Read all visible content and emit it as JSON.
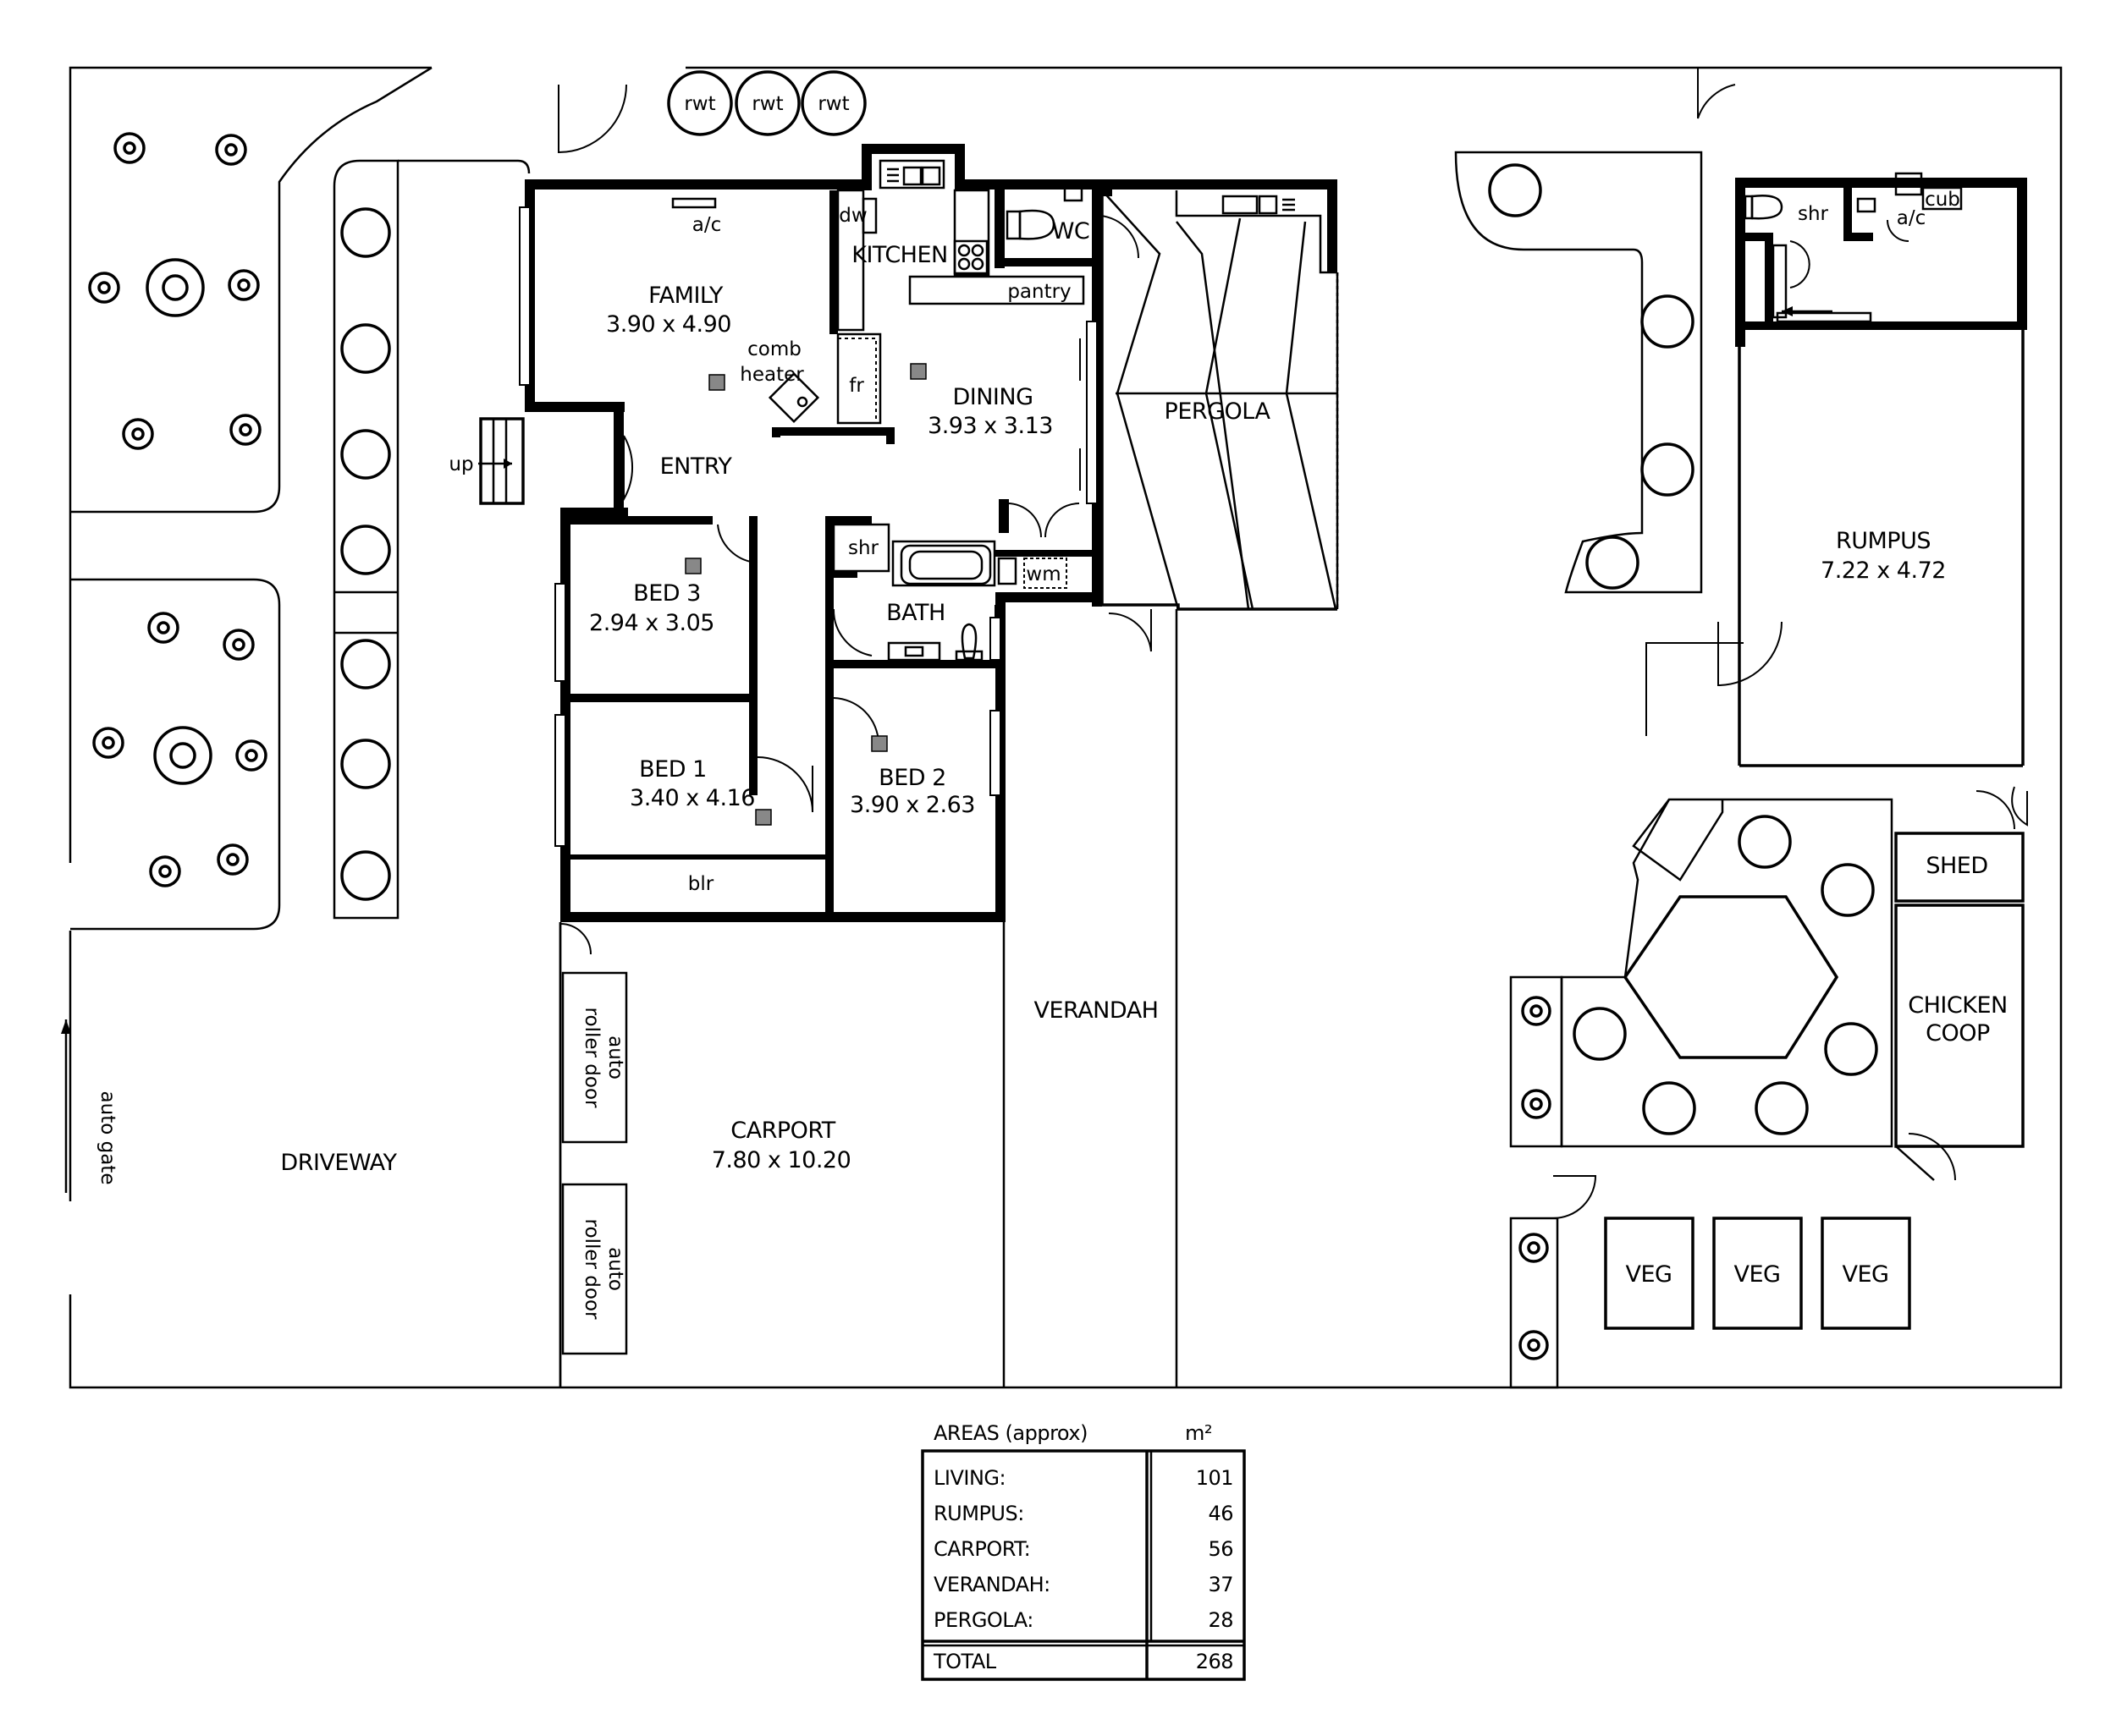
{
  "rooms": {
    "family": {
      "name": "FAMILY",
      "size": "3.90 x 4.90"
    },
    "dining": {
      "name": "DINING",
      "size": "3.93 x 3.13"
    },
    "kitchen": {
      "name": "KITCHEN"
    },
    "entry": {
      "name": "ENTRY"
    },
    "bed3": {
      "name": "BED 3",
      "size": "2.94 x 3.05"
    },
    "bed1": {
      "name": "BED 1",
      "size": "3.40 x 4.16"
    },
    "bed2": {
      "name": "BED 2",
      "size": "3.90 x 2.63"
    },
    "bath": {
      "name": "BATH"
    },
    "wc": {
      "name": "WC"
    },
    "pantry": {
      "name": "pantry"
    },
    "pergola": {
      "name": "PERGOLA"
    },
    "verandah": {
      "name": "VERANDAH"
    },
    "carport": {
      "name": "CARPORT",
      "size": "7.80 x 10.20"
    },
    "driveway": {
      "name": "DRIVEWAY"
    },
    "rumpus": {
      "name": "RUMPUS",
      "size": "7.22 x 4.72"
    },
    "shed": {
      "name": "SHED"
    },
    "chicken_coop": {
      "line1": "CHICKEN",
      "line2": "COOP"
    }
  },
  "fixtures": {
    "rwt": "rwt",
    "ac": "a/c",
    "dw": "dw",
    "fr": "fr",
    "comb_heater_1": "comb",
    "comb_heater_2": "heater",
    "up": "up",
    "shr": "shr",
    "wm": "wm",
    "blr": "blr",
    "cub": "cub",
    "auto_roller_door_1": "auto",
    "auto_roller_door_2": "roller door",
    "auto_gate": "auto gate",
    "veg": "VEG"
  },
  "areas": {
    "title": "AREAS (approx)",
    "unit": "m²",
    "rows": [
      {
        "label": "LIVING:",
        "value": "101"
      },
      {
        "label": "RUMPUS:",
        "value": "46"
      },
      {
        "label": "CARPORT:",
        "value": "56"
      },
      {
        "label": "VERANDAH:",
        "value": "37"
      },
      {
        "label": "PERGOLA:",
        "value": "28"
      }
    ],
    "total": {
      "label": "TOTAL",
      "value": "268"
    }
  },
  "icons": [
    "tree-icon",
    "shrub-icon",
    "door-swing-icon",
    "heater-icon",
    "toilet-icon",
    "sink-icon",
    "stove-icon",
    "bath-icon"
  ]
}
